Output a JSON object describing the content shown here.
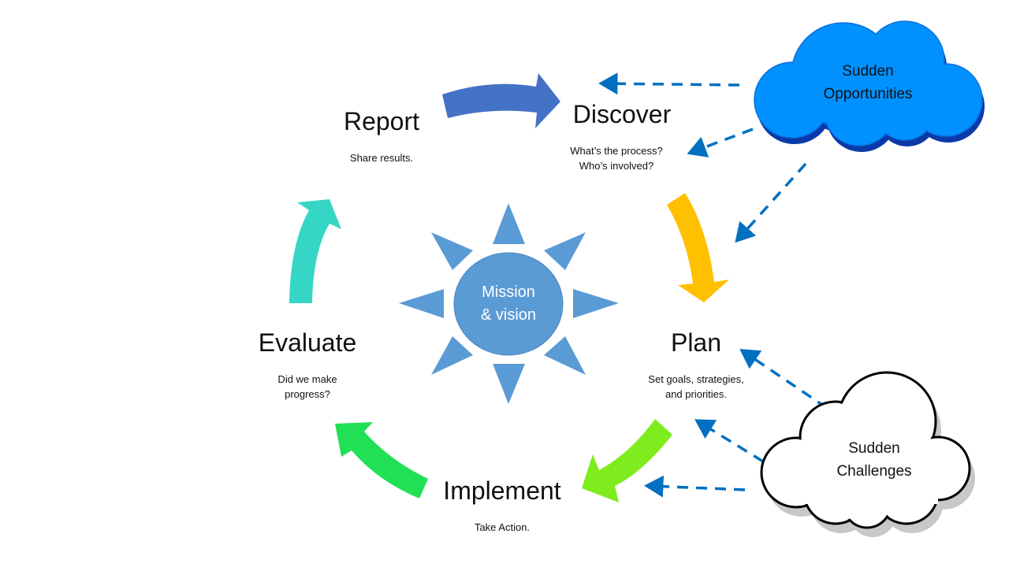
{
  "diagram": {
    "center": {
      "label": "Mission\n& vision",
      "color": "#5b9bd5"
    },
    "stages": [
      {
        "id": "discover",
        "title": "Discover",
        "description": "What’s the process?\nWho’s involved?"
      },
      {
        "id": "plan",
        "title": "Plan",
        "description": "Set goals, strategies,\nand priorities."
      },
      {
        "id": "implement",
        "title": "Implement",
        "description": "Take Action."
      },
      {
        "id": "evaluate",
        "title": "Evaluate",
        "description": "Did we make\nprogress?"
      },
      {
        "id": "report",
        "title": "Report",
        "description": "Share results."
      }
    ],
    "cycle_arrows": [
      {
        "from": "report",
        "to": "discover",
        "color": "#4472c4"
      },
      {
        "from": "discover",
        "to": "plan",
        "color": "#ffc000"
      },
      {
        "from": "plan",
        "to": "implement",
        "color": "#7fec1e"
      },
      {
        "from": "implement",
        "to": "evaluate",
        "color": "#22e056"
      },
      {
        "from": "evaluate",
        "to": "report",
        "color": "#36d6c6"
      }
    ],
    "clouds": [
      {
        "id": "opportunities",
        "label": "Sudden\nOpportunities",
        "fill": "#0091ff",
        "targets": [
          "discover",
          "discover-description",
          "plan"
        ]
      },
      {
        "id": "challenges",
        "label": "Sudden\nChallenges",
        "fill": "#ffffff",
        "targets": [
          "plan",
          "plan-description",
          "implement"
        ]
      }
    ],
    "dashed_arrow_color": "#0070c0"
  }
}
